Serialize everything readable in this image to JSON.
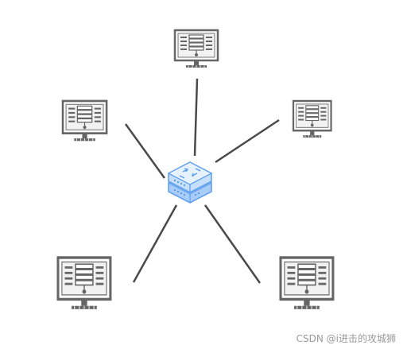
{
  "diagram": {
    "topology": "star",
    "hub": {
      "icon": "network-switch-icon"
    },
    "nodes": [
      {
        "id": "top",
        "icon": "computer-monitor-icon"
      },
      {
        "id": "upper-left",
        "icon": "computer-monitor-icon"
      },
      {
        "id": "upper-right",
        "icon": "computer-monitor-icon"
      },
      {
        "id": "lower-left",
        "icon": "computer-monitor-icon"
      },
      {
        "id": "lower-right",
        "icon": "computer-monitor-icon"
      }
    ],
    "colors": {
      "link": "#4a4a4a",
      "monitor": "#666666",
      "switch_fill": "#bcd9fb",
      "switch_stroke": "#5a9cee"
    }
  },
  "watermark": "CSDN @i进击的攻城狮"
}
